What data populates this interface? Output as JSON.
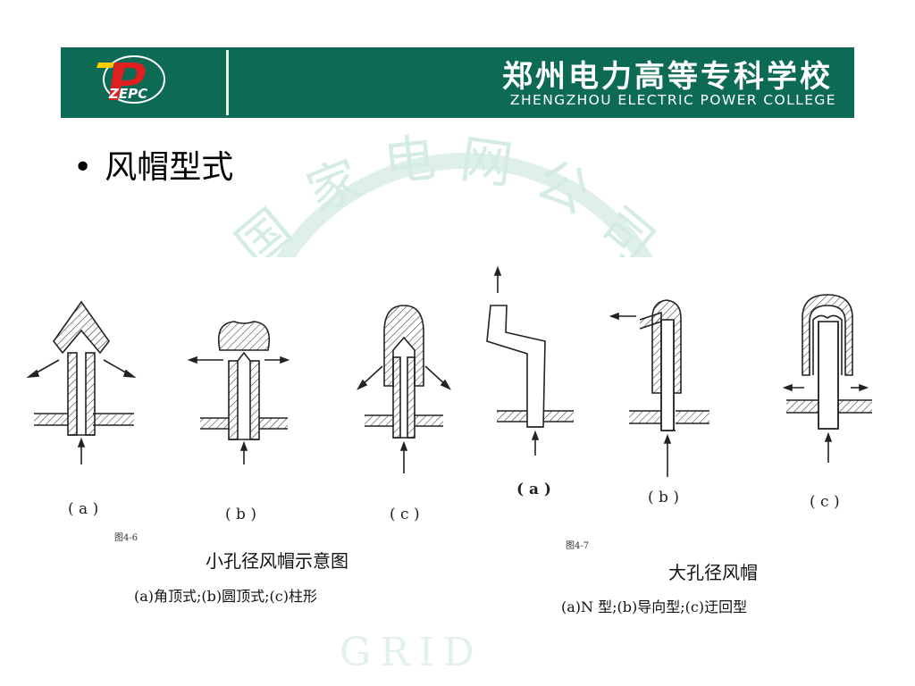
{
  "header": {
    "logo_text": "ZEPC",
    "school_name_cn": "郑州电力高等专科学校",
    "school_name_en": "ZHENGZHOU ELECTRIC POWER COLLEGE"
  },
  "slide": {
    "bullet": "风帽型式"
  },
  "watermark": {
    "chars": [
      "国",
      "家",
      "电",
      "网",
      "公",
      "司"
    ],
    "bottom_text": "GRID"
  },
  "figure_4_6": {
    "number": "图4-6",
    "caption": "小孔径风帽示意图",
    "subcaption": "(a)角顶式;(b)圆顶式;(c)柱形",
    "labels": [
      "( a )",
      "( b )",
      "( c )"
    ]
  },
  "figure_4_7": {
    "number": "图4-7",
    "caption": "大孔径风帽",
    "subcaption": "(a)N 型;(b)导向型;(c)迂回型",
    "labels": [
      "( a )",
      "( b )",
      "( c )"
    ]
  },
  "colors": {
    "banner": "#0d6b55",
    "watermark": "#d5ece3",
    "line": "#222222"
  }
}
